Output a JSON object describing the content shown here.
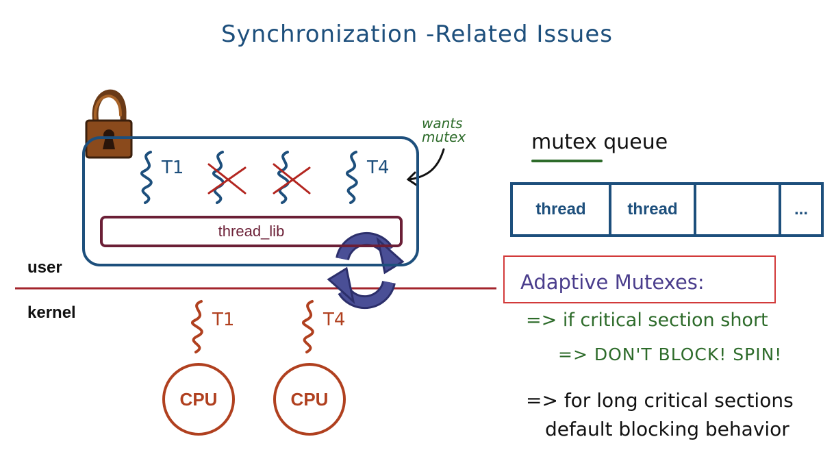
{
  "title": "Synchronization -Related Issues",
  "user_label": "user",
  "kernel_label": "kernel",
  "thread_lib_label": "thread_lib",
  "wants_mutex_note": [
    "wants",
    "mutex"
  ],
  "user_threads": [
    {
      "label": "T1",
      "crossed": false
    },
    {
      "label": "",
      "crossed": true
    },
    {
      "label": "",
      "crossed": true
    },
    {
      "label": "T4",
      "crossed": false
    }
  ],
  "kernel_threads": [
    "T1",
    "T4"
  ],
  "cpus": [
    "CPU",
    "CPU"
  ],
  "mutex_queue": {
    "title": "mutex queue",
    "cells": [
      "thread",
      "thread",
      "",
      "..."
    ]
  },
  "adaptive": {
    "heading": "Adaptive Mutexes:",
    "line1": "=> if critical section short",
    "line2": "=> DON'T BLOCK! SPIN!",
    "line3": "=> for long critical sections",
    "line4": "default blocking behavior"
  },
  "colors": {
    "blue": "#1d4f7c",
    "maroon": "#6b1f36",
    "red": "#b0401f",
    "green": "#2d6b2a",
    "purple": "#4a3d8c",
    "lock_brown": "#8a4a1c"
  }
}
